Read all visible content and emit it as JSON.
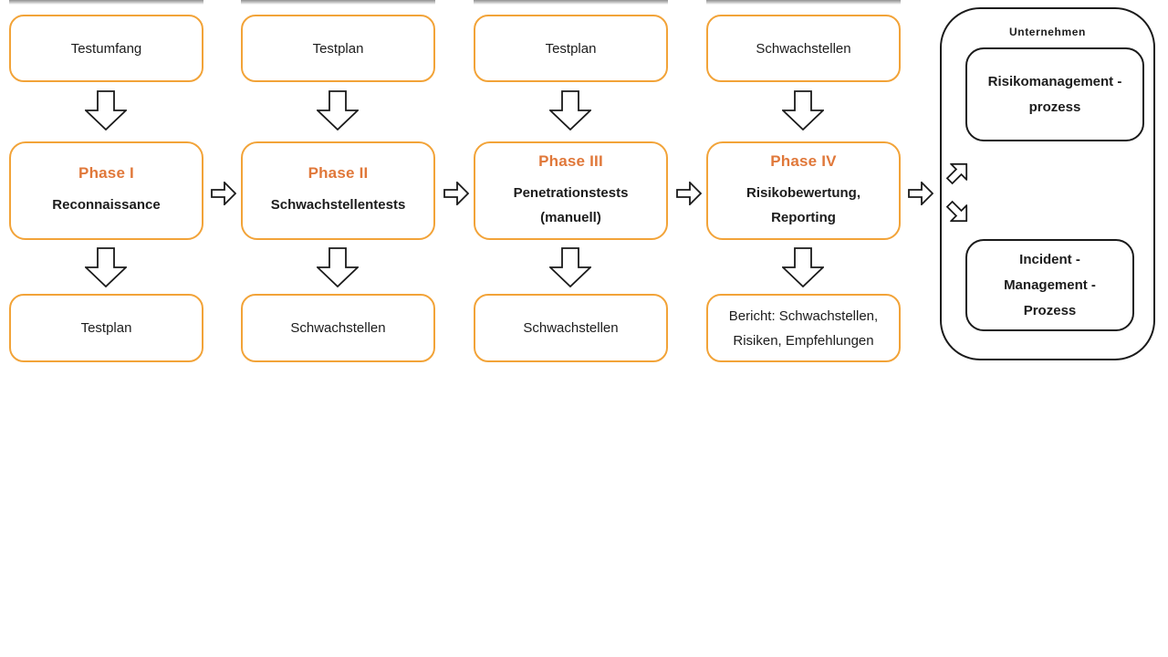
{
  "colors": {
    "box_border_orange": "#F2A338",
    "phase_title_orange": "#E0783A",
    "line_black": "#1a1a1a"
  },
  "columns": [
    {
      "input_label": "Testumfang",
      "phase_title": "Phase I",
      "phase_subtitle_lines": [
        "Reconnaissance"
      ],
      "output_lines": [
        "Testplan"
      ]
    },
    {
      "input_label": "Testplan",
      "phase_title": "Phase II",
      "phase_subtitle_lines": [
        "Schwachstellentests"
      ],
      "output_lines": [
        "Schwachstellen"
      ]
    },
    {
      "input_label": "Testplan",
      "phase_title": "Phase III",
      "phase_subtitle_lines": [
        "Penetrationstests",
        "(manuell)"
      ],
      "output_lines": [
        "Schwachstellen"
      ]
    },
    {
      "input_label": "Schwachstellen",
      "phase_title": "Phase IV",
      "phase_subtitle_lines": [
        "Risikobewertung,",
        "Reporting"
      ],
      "output_lines": [
        "Bericht: Schwachstellen,",
        "Risiken, Empfehlungen"
      ]
    }
  ],
  "company": {
    "title": "Unternehmen",
    "risk_box_lines": [
      "Risikomanagement -",
      "prozess"
    ],
    "incident_box_lines": [
      "Incident -",
      "Management -",
      "Prozess"
    ]
  },
  "icons": {
    "down_arrow": "block-arrow-down",
    "right_arrow": "block-arrow-right",
    "up_right_arrow": "block-arrow-up-right",
    "down_right_arrow": "block-arrow-down-right"
  }
}
